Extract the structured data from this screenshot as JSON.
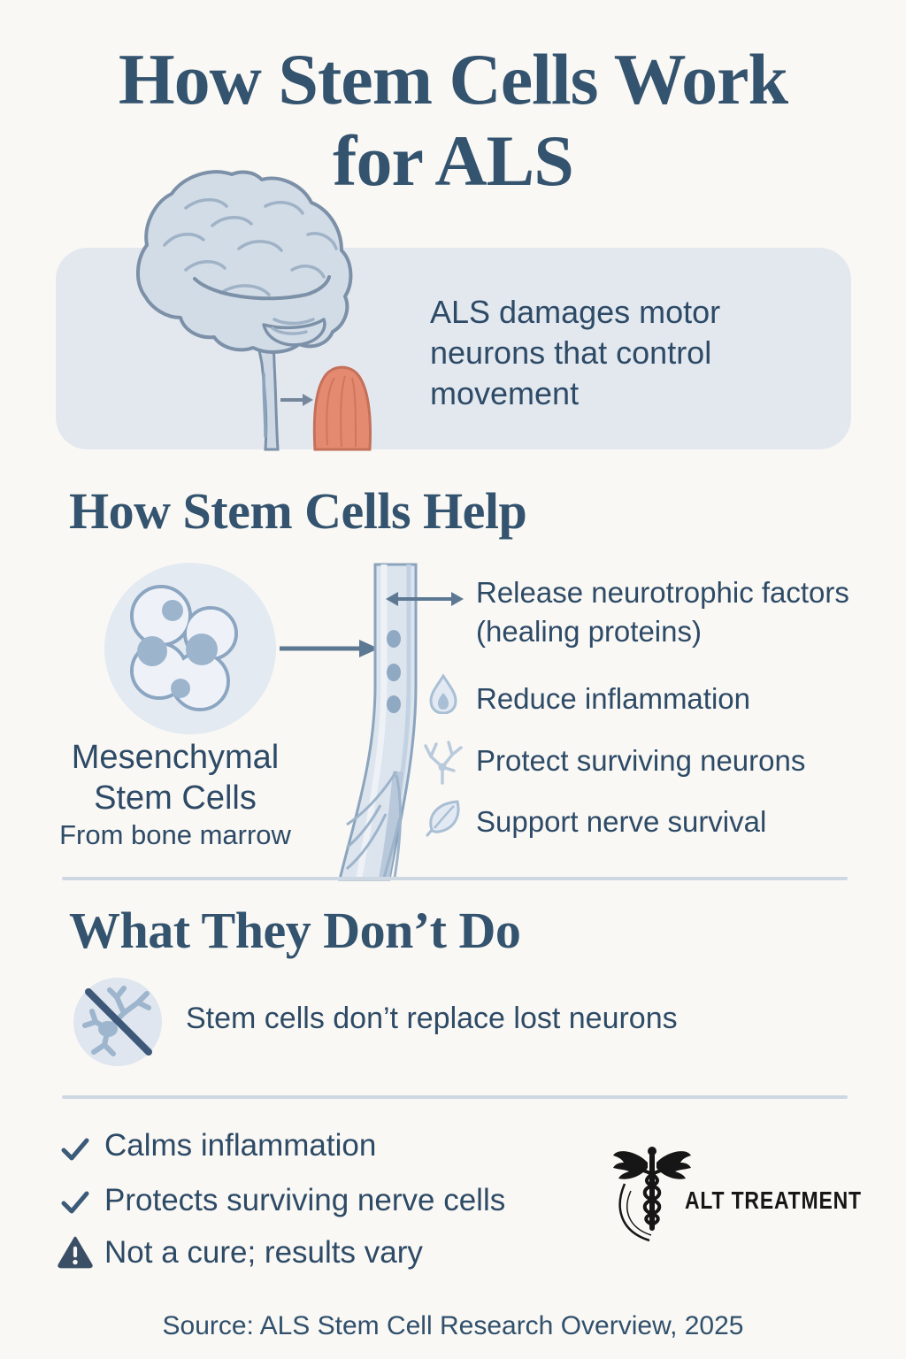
{
  "title": {
    "line1": "How Stem Cells Work",
    "line2": "for ALS"
  },
  "intro_panel": {
    "text": "ALS damages motor neurons that control movement",
    "illustration": [
      "brain-spinal-cord",
      "muscle",
      "arrow"
    ]
  },
  "help_section": {
    "heading": "How Stem Cells Help",
    "cell_label": "Mesenchymal Stem Cells",
    "cell_sublabel": "From bone marrow",
    "bullets": [
      {
        "icon": "double-arrow-icon",
        "text": "Release neurotrophic factors (healing proteins)"
      },
      {
        "icon": "flame-icon",
        "text": "Reduce inflammation"
      },
      {
        "icon": "neuron-icon",
        "text": "Protect surviving neurons"
      },
      {
        "icon": "leaf-icon",
        "text": "Support nerve survival"
      }
    ]
  },
  "dont_section": {
    "heading": "What They Don’t Do",
    "icon": "crossed-neuron-icon",
    "text": "Stem cells don’t replace lost neurons"
  },
  "summary": {
    "items": [
      {
        "icon": "check-icon",
        "text": "Calms inflammation"
      },
      {
        "icon": "check-icon",
        "text": "Protects surviving nerve cells"
      },
      {
        "icon": "warning-icon",
        "text": "Not a cure; results vary"
      }
    ]
  },
  "logo": {
    "icon": "caduceus-icon",
    "name": "ALT TREATMENT"
  },
  "source": "Source: ALS Stem Cell Research Overview, 2025",
  "colors": {
    "background": "#faf8f4",
    "panel": "#e3e8ef",
    "heading": "#33536e",
    "body_text": "#2d4a66",
    "divider": "#ced8e3",
    "illustration_fill": "#dce4ee",
    "illustration_outline": "#8ba4bd",
    "illustration_accent": "#9db4cd",
    "arrow": "#5d7892",
    "muscle": "#e48a70",
    "muscle_outline": "#c4705a",
    "slash": "#3d5878",
    "check": "#3b5b79",
    "warning": "#3a4f66",
    "logo_black": "#161616"
  }
}
